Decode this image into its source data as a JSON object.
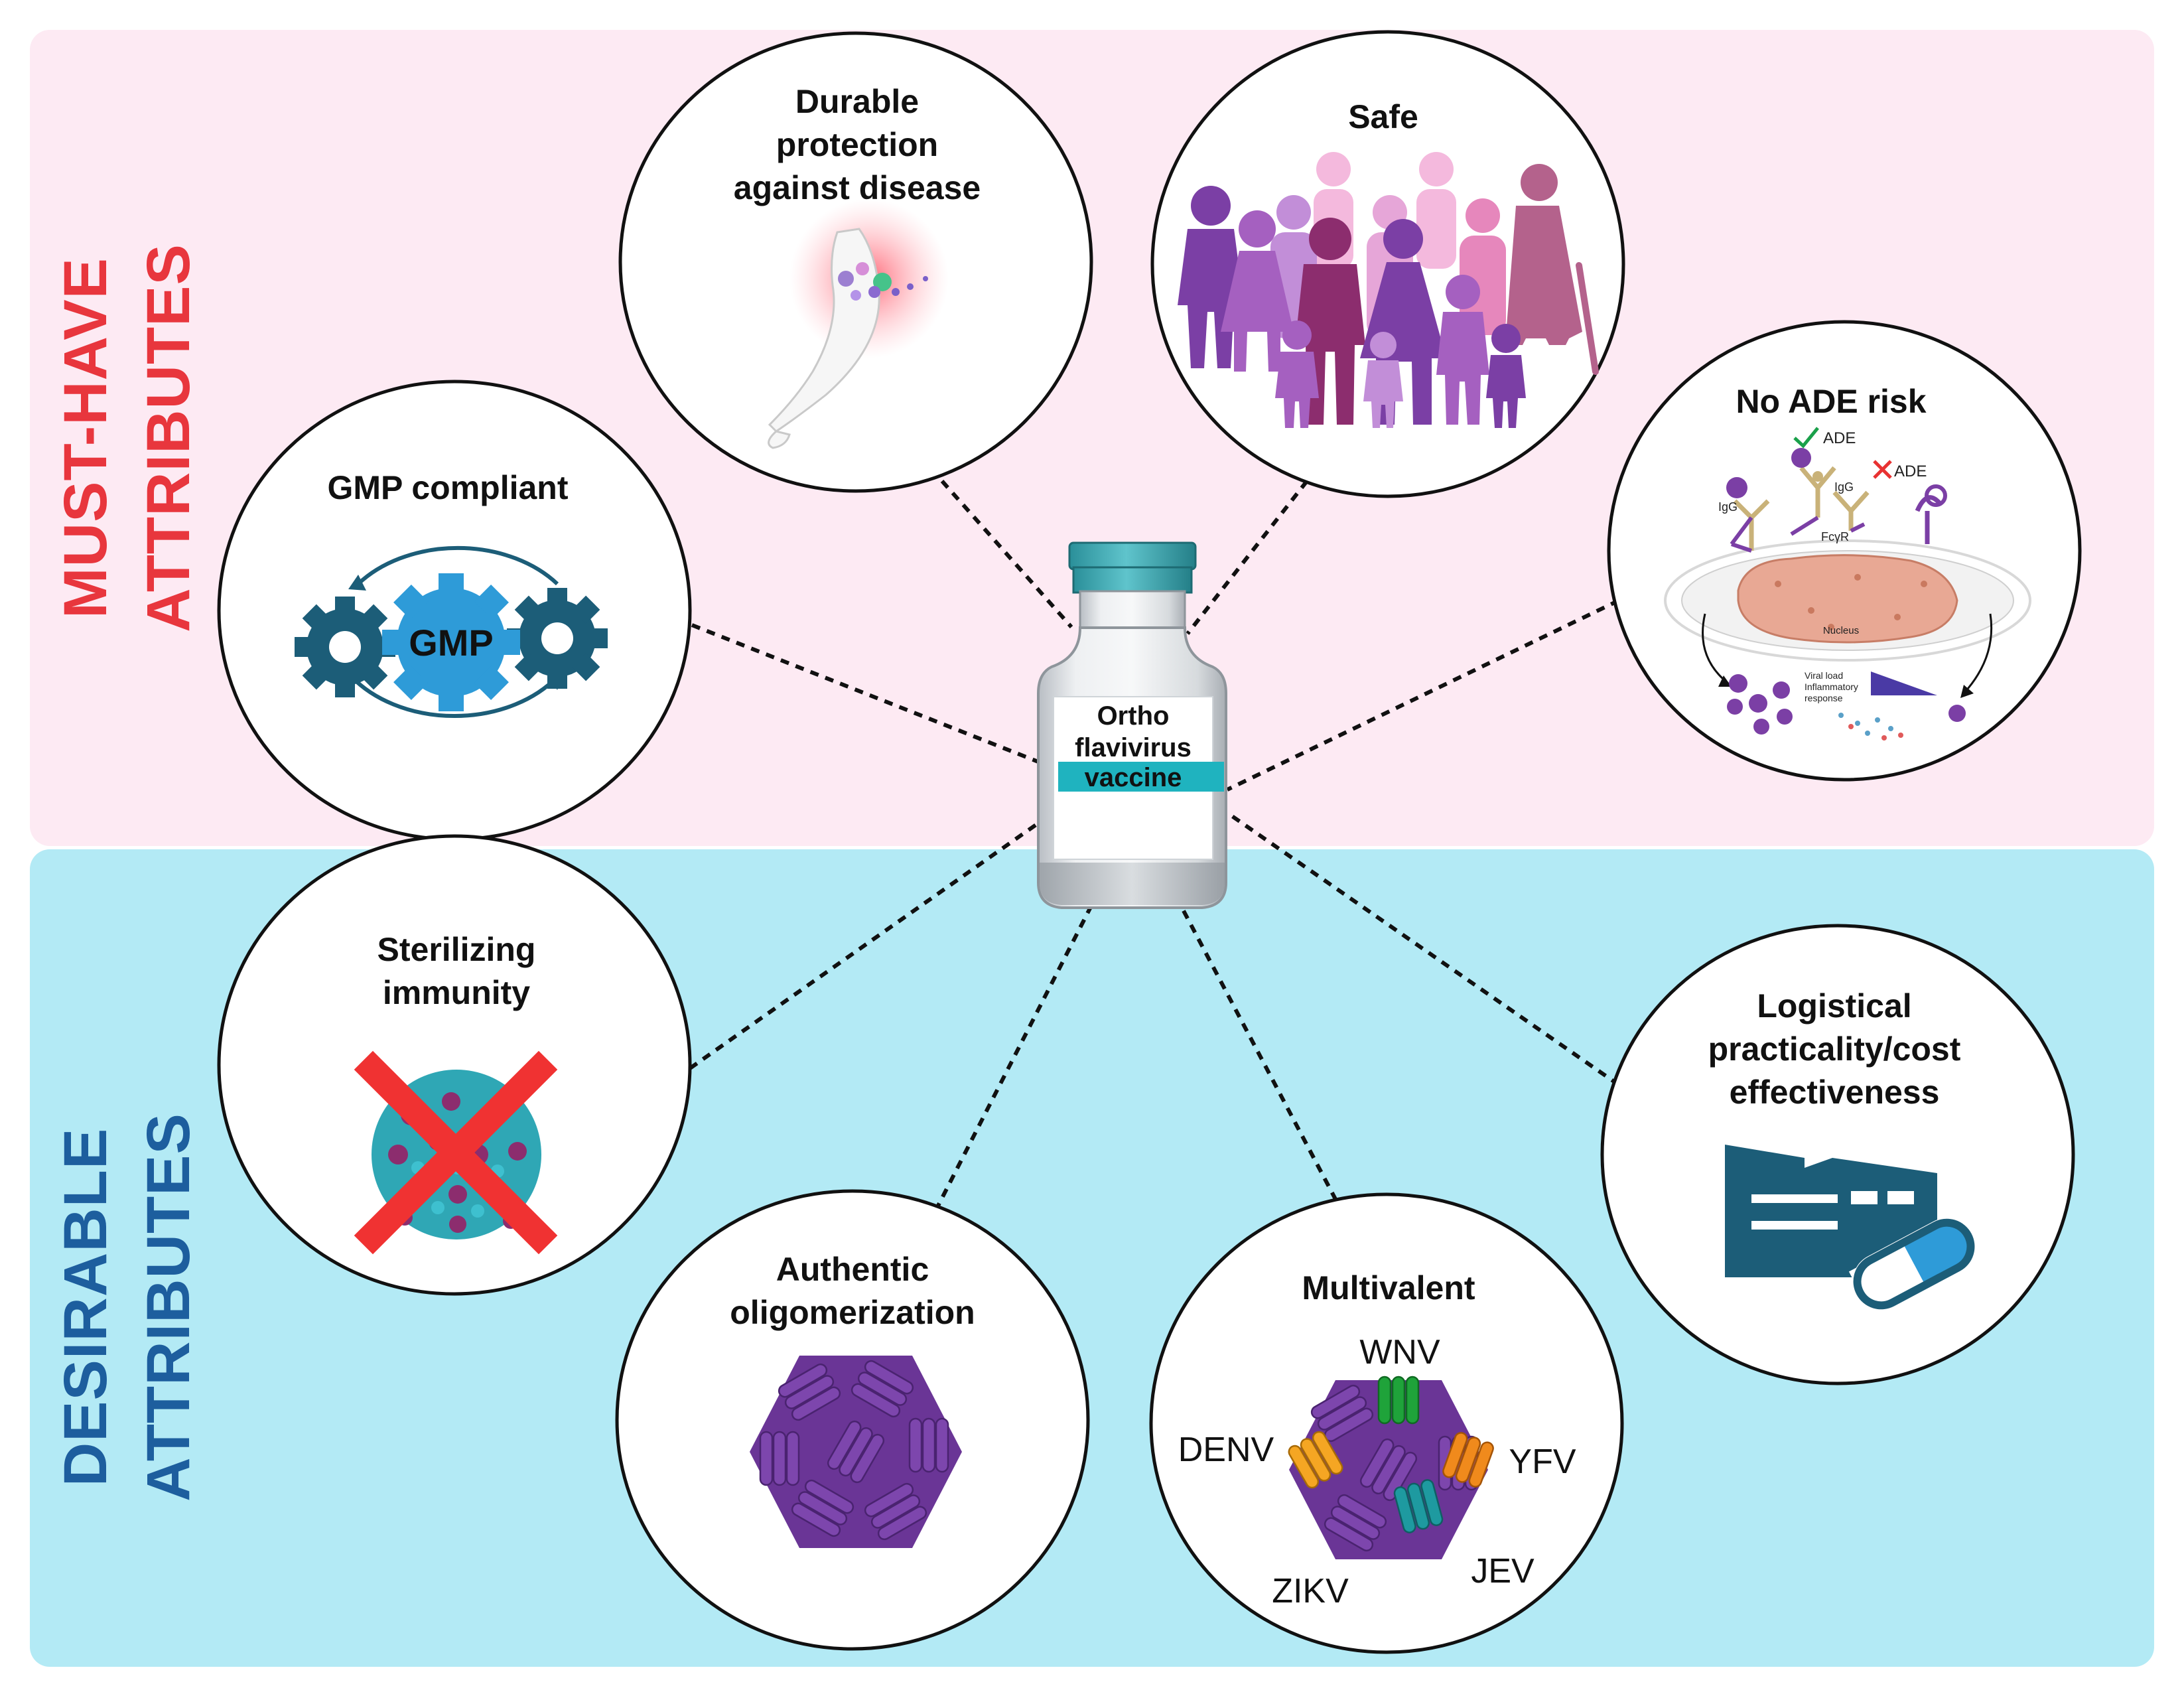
{
  "colors": {
    "must_have_panel": "#fdeaf3",
    "desirable_panel": "#b3eaf5",
    "must_have_text": "#e8363d",
    "desirable_text": "#1d5e9e",
    "gear_dark": "#1c5d78",
    "gear_light": "#2e9bd8",
    "purple": "#7b3fa5",
    "cross": "#f03232"
  },
  "sections": {
    "must_have": {
      "line1": "MUST-HAVE",
      "line2": "ATTRIBUTES"
    },
    "desirable": {
      "line1": "DESIRABLE",
      "line2": "ATTRIBUTES"
    }
  },
  "center": {
    "line1": "Ortho",
    "line2": "flavivirus",
    "line3": "vaccine"
  },
  "nodes": {
    "durable": {
      "lines": [
        "Durable",
        "protection",
        "against disease"
      ],
      "icon": "arm-injection-icon"
    },
    "safe": {
      "lines": [
        "Safe"
      ],
      "icon": "population-icon"
    },
    "gmp": {
      "lines": [
        "GMP compliant"
      ],
      "badge": "GMP",
      "icon": "gears-icon"
    },
    "no_ade": {
      "lines": [
        "No ADE risk"
      ],
      "labels": {
        "igg_left": "IgG",
        "igg_mid": "IgG",
        "ade_ok": "ADE",
        "ade_no": "ADE",
        "fcr": "FcγR",
        "nucleus": "Nucleus",
        "viral": "Viral load",
        "inflam1": "Inflammatory",
        "inflam2": "response"
      },
      "icon": "cell-ade-icon"
    },
    "sterilizing": {
      "lines": [
        "Sterilizing",
        "immunity"
      ],
      "icon": "virus-crossed-icon"
    },
    "authentic": {
      "lines": [
        "Authentic",
        "oligomerization"
      ],
      "icon": "virion-icon"
    },
    "multivalent": {
      "lines": [
        "Multivalent"
      ],
      "labels": {
        "wnv": "WNV",
        "denv": "DENV",
        "yfv": "YFV",
        "zikv": "ZIKV",
        "jev": "JEV"
      },
      "icon": "multivalent-virion-icon"
    },
    "logistical": {
      "lines": [
        "Logistical",
        "practicality/cost",
        "effectiveness"
      ],
      "icon": "factory-pill-icon"
    }
  }
}
